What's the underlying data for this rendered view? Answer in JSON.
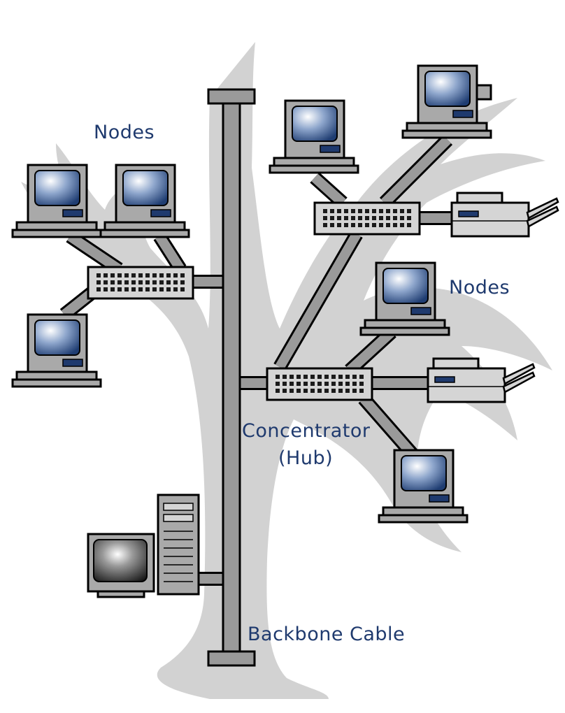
{
  "labels": {
    "nodes_left": "Nodes",
    "nodes_right": "Nodes",
    "concentrator_line1": "Concentrator",
    "concentrator_line2": "(Hub)",
    "backbone": "Backbone Cable"
  },
  "colors": {
    "label": "#1f3a6e",
    "cable": "#9a9a9a",
    "tree_shadow": "#d2d2d2",
    "device_body": "#a9a9a9",
    "screen_glass": "#3a5f97",
    "outline": "#000000"
  },
  "icons": {
    "workstation": "workstation-icon",
    "hub": "hub-icon",
    "printer": "printer-icon",
    "server": "server-icon"
  }
}
